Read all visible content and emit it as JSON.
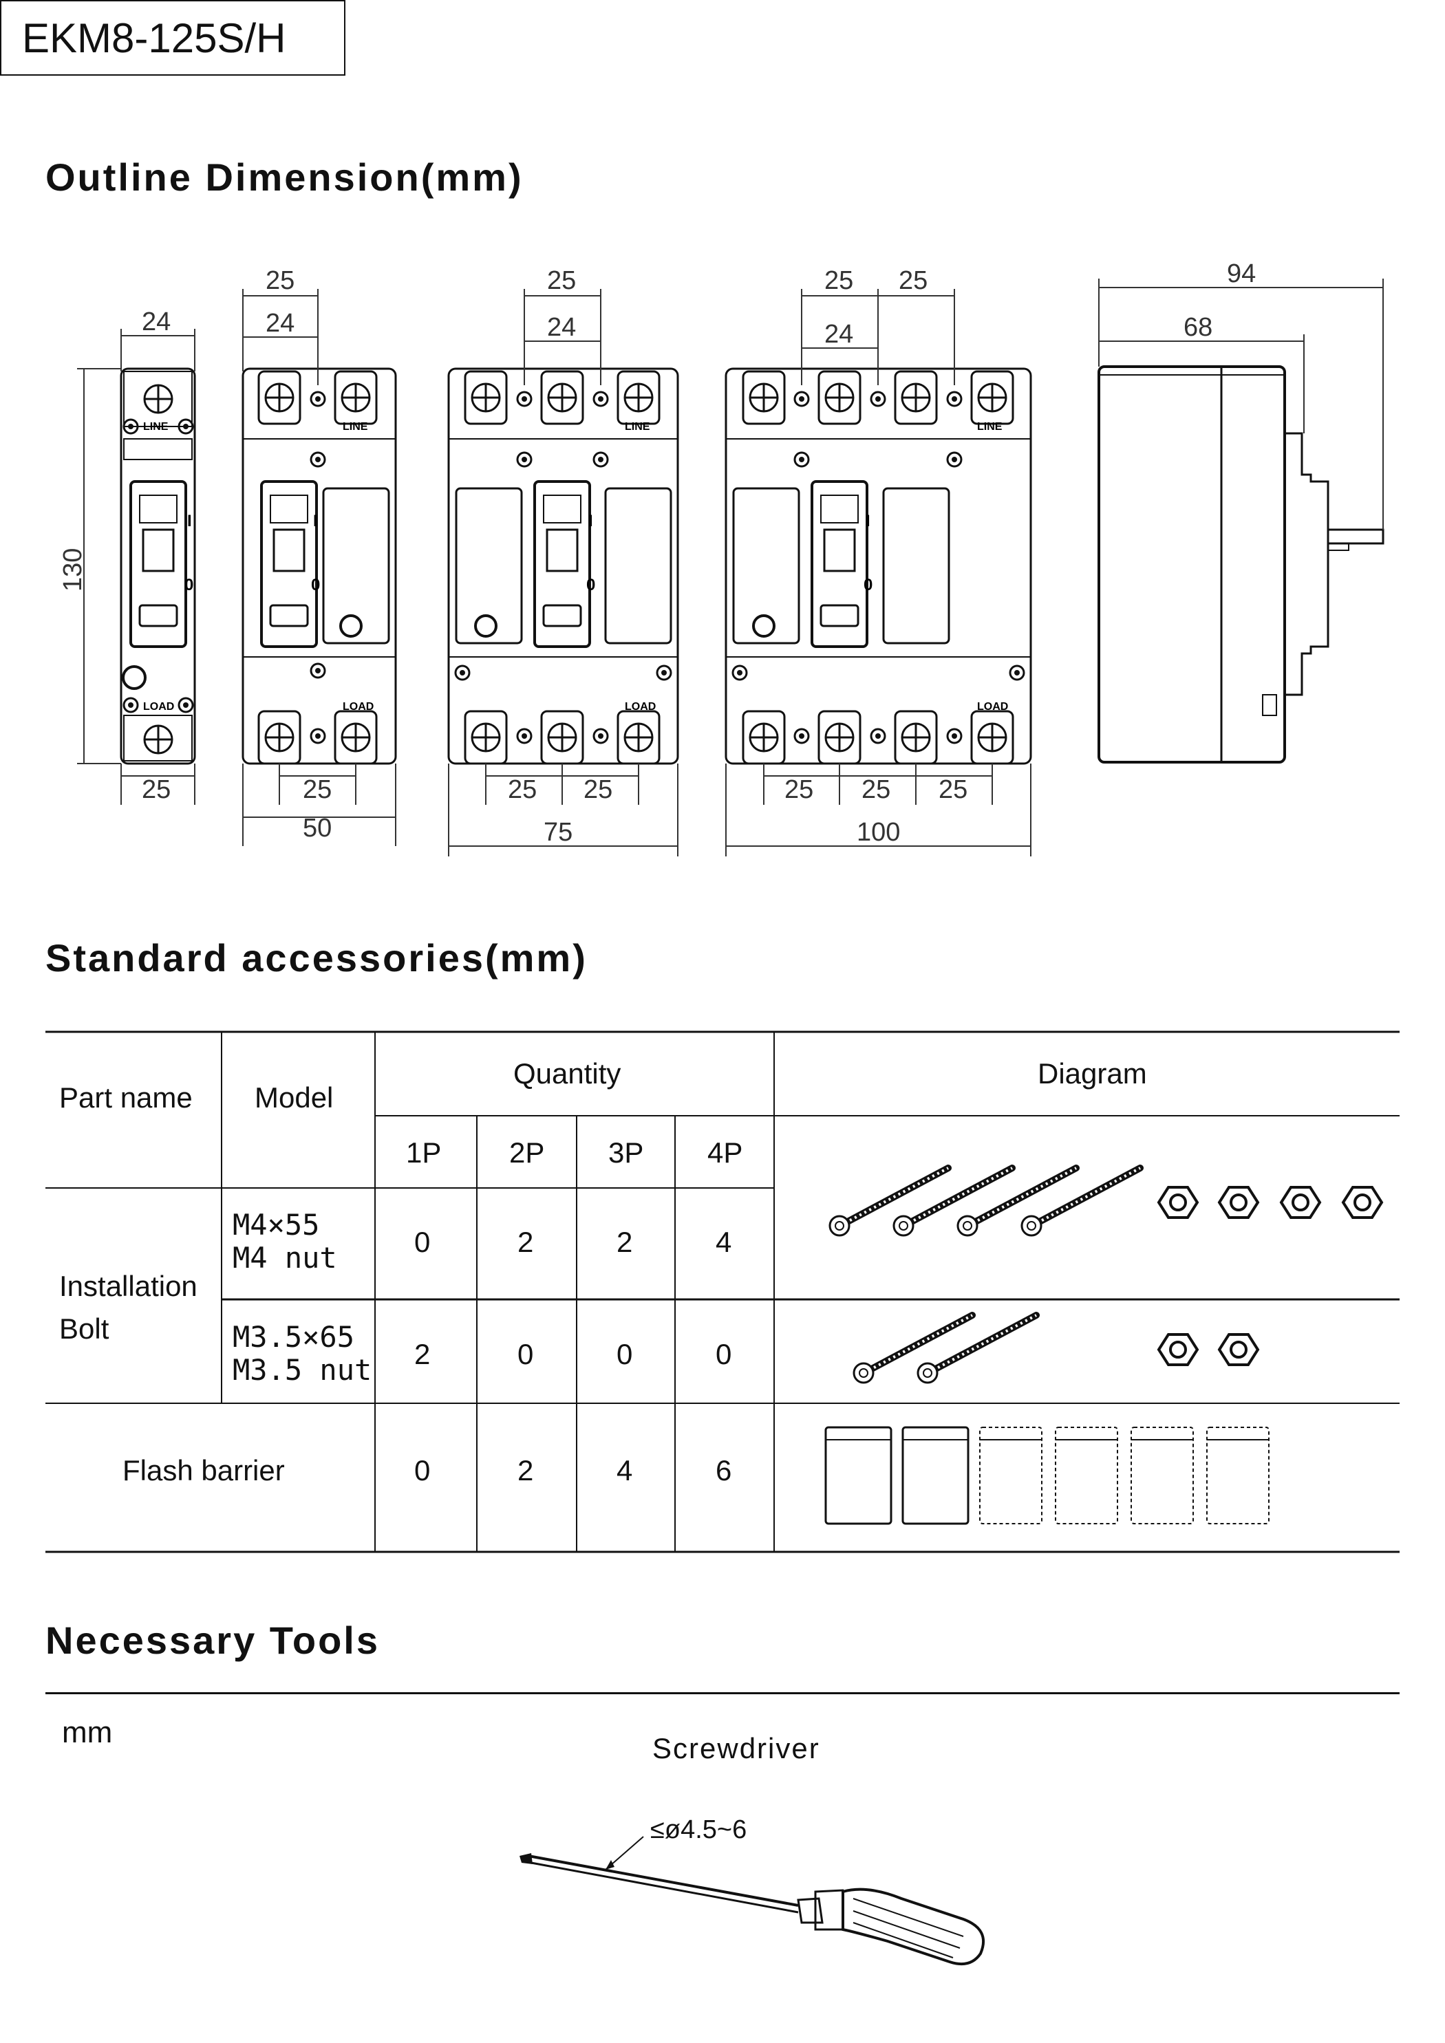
{
  "model_title": "EKM8-125S/H",
  "sections": {
    "outline": "Outline Dimension(mm)",
    "accessories": "Standard accessories(mm)",
    "tools": "Necessary Tools"
  },
  "outline": {
    "height": "130",
    "poles": [
      {
        "top": [
          "24"
        ],
        "bottom": [
          "25"
        ],
        "total": ""
      },
      {
        "top": [
          "25",
          "24"
        ],
        "bottom": [
          "25"
        ],
        "total": "50"
      },
      {
        "top": [
          "25",
          "24"
        ],
        "bottom": [
          "25",
          "25"
        ],
        "total": "75"
      },
      {
        "top": [
          "25",
          "25",
          "24"
        ],
        "bottom": [
          "25",
          "25",
          "25"
        ],
        "total": "100"
      }
    ],
    "side": {
      "depth_total": "94",
      "depth_body": "68"
    },
    "terminal_labels": {
      "line": "LINE",
      "load": "LOAD"
    },
    "switch_marks": {
      "on": "I",
      "off": "0"
    }
  },
  "accessories": {
    "headers": {
      "part": "Part name",
      "model": "Model",
      "quantity": "Quantity",
      "diagram": "Diagram",
      "poles": [
        "1P",
        "2P",
        "3P",
        "4P"
      ]
    },
    "rows": [
      {
        "part": "Installation Bolt",
        "part_line1": "Installation",
        "part_line2": "Bolt",
        "model_line1": "M4×55",
        "model_line2": "M4 nut",
        "qty": [
          "0",
          "2",
          "2",
          "4"
        ]
      },
      {
        "part": "",
        "model_line1": "M3.5×65",
        "model_line2": "M3.5 nut",
        "qty": [
          "2",
          "0",
          "0",
          "0"
        ]
      },
      {
        "part": "Flash barrier",
        "model_line1": "",
        "model_line2": "",
        "qty": [
          "0",
          "2",
          "4",
          "6"
        ]
      }
    ]
  },
  "tools": {
    "unit": "mm",
    "name": "Screwdriver",
    "spec": "≤ø4.5~6"
  }
}
